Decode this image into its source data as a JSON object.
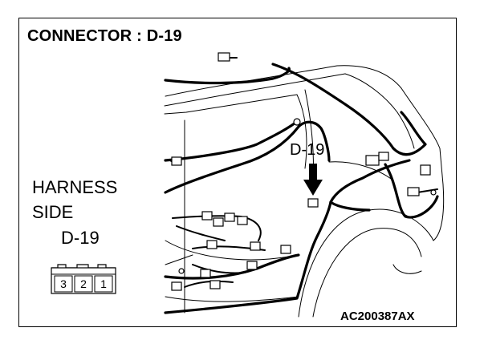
{
  "title": "CONNECTOR : D-19",
  "harness_side": {
    "line1": "HARNESS",
    "line2": "SIDE",
    "connector_id": "D-19"
  },
  "connector": {
    "pins": [
      "3",
      "2",
      "1"
    ]
  },
  "callout_label": "D-19",
  "figure_code": "AC200387AX",
  "icons": [
    "arrow-down-icon",
    "connector-face-icon"
  ]
}
